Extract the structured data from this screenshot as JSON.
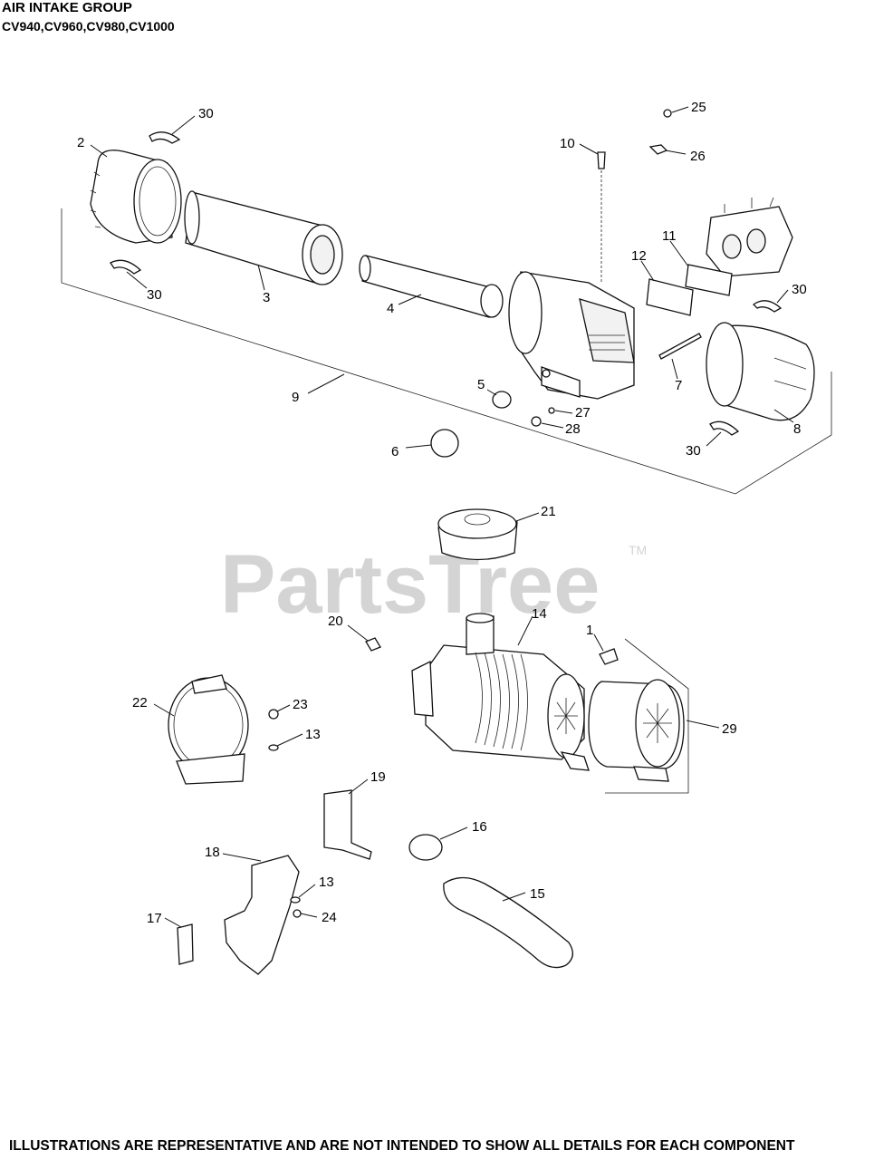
{
  "header": {
    "title": "AIR INTAKE GROUP",
    "models": "CV940,CV960,CV980,CV1000"
  },
  "watermark": {
    "text": "PartsTree",
    "tm": "TM"
  },
  "footer": "ILLUSTRATIONS ARE REPRESENTATIVE AND ARE NOT INTENDED TO SHOW ALL DETAILS FOR EACH COMPONENT",
  "callouts": {
    "c30a": "30",
    "c2": "2",
    "c30b": "30",
    "c3": "3",
    "c4": "4",
    "c9": "9",
    "c10": "10",
    "c25": "25",
    "c26": "26",
    "c11": "11",
    "c12": "12",
    "c30c": "30",
    "c7": "7",
    "c5": "5",
    "c27": "27",
    "c28": "28",
    "c8": "8",
    "c30d": "30",
    "c6": "6",
    "c21": "21",
    "c20": "20",
    "c14": "14",
    "c1": "1",
    "c29": "29",
    "c22": "22",
    "c23": "23",
    "c13a": "13",
    "c19": "19",
    "c16": "16",
    "c18": "18",
    "c13b": "13",
    "c15": "15",
    "c17": "17",
    "c24": "24"
  },
  "colors": {
    "line": "#111111",
    "watermark": "#d4d4d4",
    "background": "#ffffff"
  }
}
